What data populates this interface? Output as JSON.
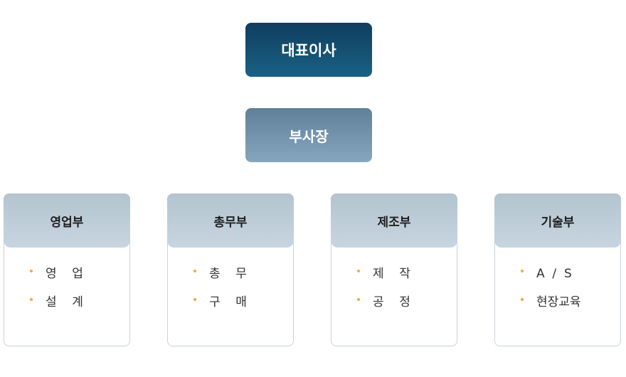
{
  "ceo": {
    "label": "대표이사"
  },
  "vp": {
    "label": "부사장"
  },
  "departments": [
    {
      "title": "영업부",
      "items": [
        "영    업",
        "설    계"
      ]
    },
    {
      "title": "총무부",
      "items": [
        "총    무",
        "구    매"
      ]
    },
    {
      "title": "제조부",
      "items": [
        "제    작",
        "공    정"
      ]
    },
    {
      "title": "기술부",
      "items": [
        "A  /  S",
        "현장교육"
      ]
    }
  ],
  "colors": {
    "ceo": "#15506f",
    "vp": "#7495ad",
    "dept_header": "#bccbd6",
    "bullet": "#f2a93b"
  }
}
